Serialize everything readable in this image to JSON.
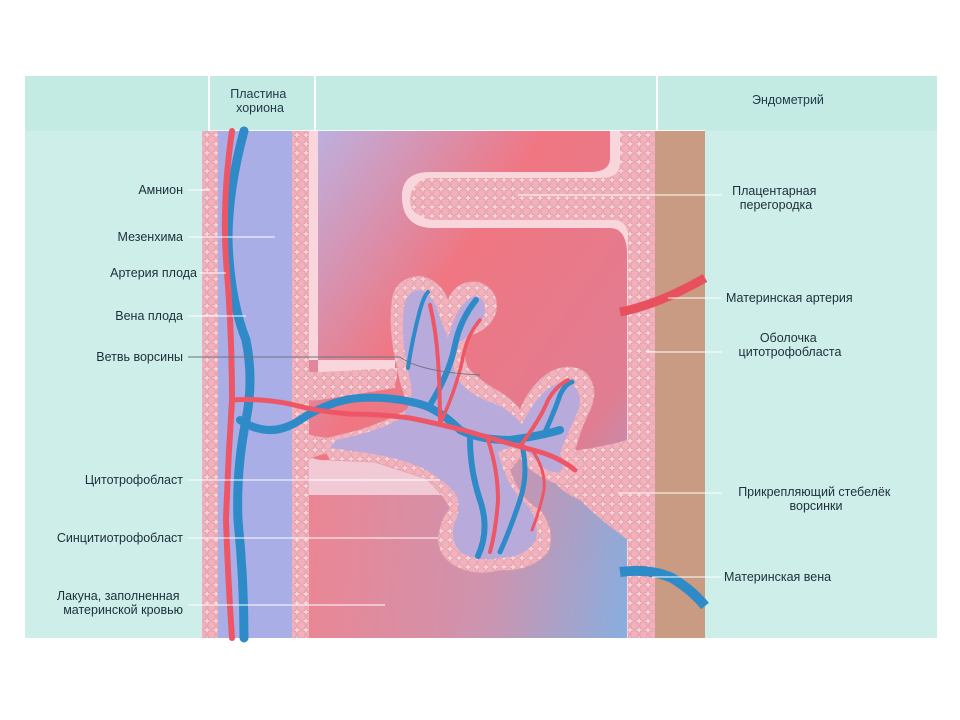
{
  "header": {
    "chorion_plate": [
      "Пластина",
      "хориона"
    ],
    "endometrium": "Эндометрий"
  },
  "labels_left": {
    "amnion": "Амнион",
    "mesenchyme": "Мезенхима",
    "fetal_artery": "Артерия плода",
    "fetal_vein": "Вена плода",
    "villus_branch": "Ветвь ворсины",
    "cytotrophoblast": "Цитотрофобласт",
    "syncytiotrophoblast": "Синцитиотрофобласт",
    "lacuna": [
      "Лакуна, заполненная",
      "материнской кровью"
    ]
  },
  "labels_right": {
    "placental_septum": [
      "Плацентарная",
      "перегородка"
    ],
    "maternal_artery": "Материнская артерия",
    "cytotrophoblast_shell": [
      "Оболочка",
      "цитотрофобласта"
    ],
    "anchoring_villus": [
      "Прикрепляющий стебелёк",
      "ворсинки"
    ],
    "maternal_vein": "Материнская вена"
  },
  "colors": {
    "panel_bg": "#cdeee9",
    "header_strip": "#bfe9e2",
    "mesenchyme": "#a9aee6",
    "lacuna_red": "#f06a78",
    "lacuna_blue": "#7fb3e6",
    "endometrium": "#c89a82",
    "membrane": "#f6cfd6",
    "cell": "#f2b4bf",
    "artery": "#e8505e",
    "vein": "#2f8bc7"
  }
}
